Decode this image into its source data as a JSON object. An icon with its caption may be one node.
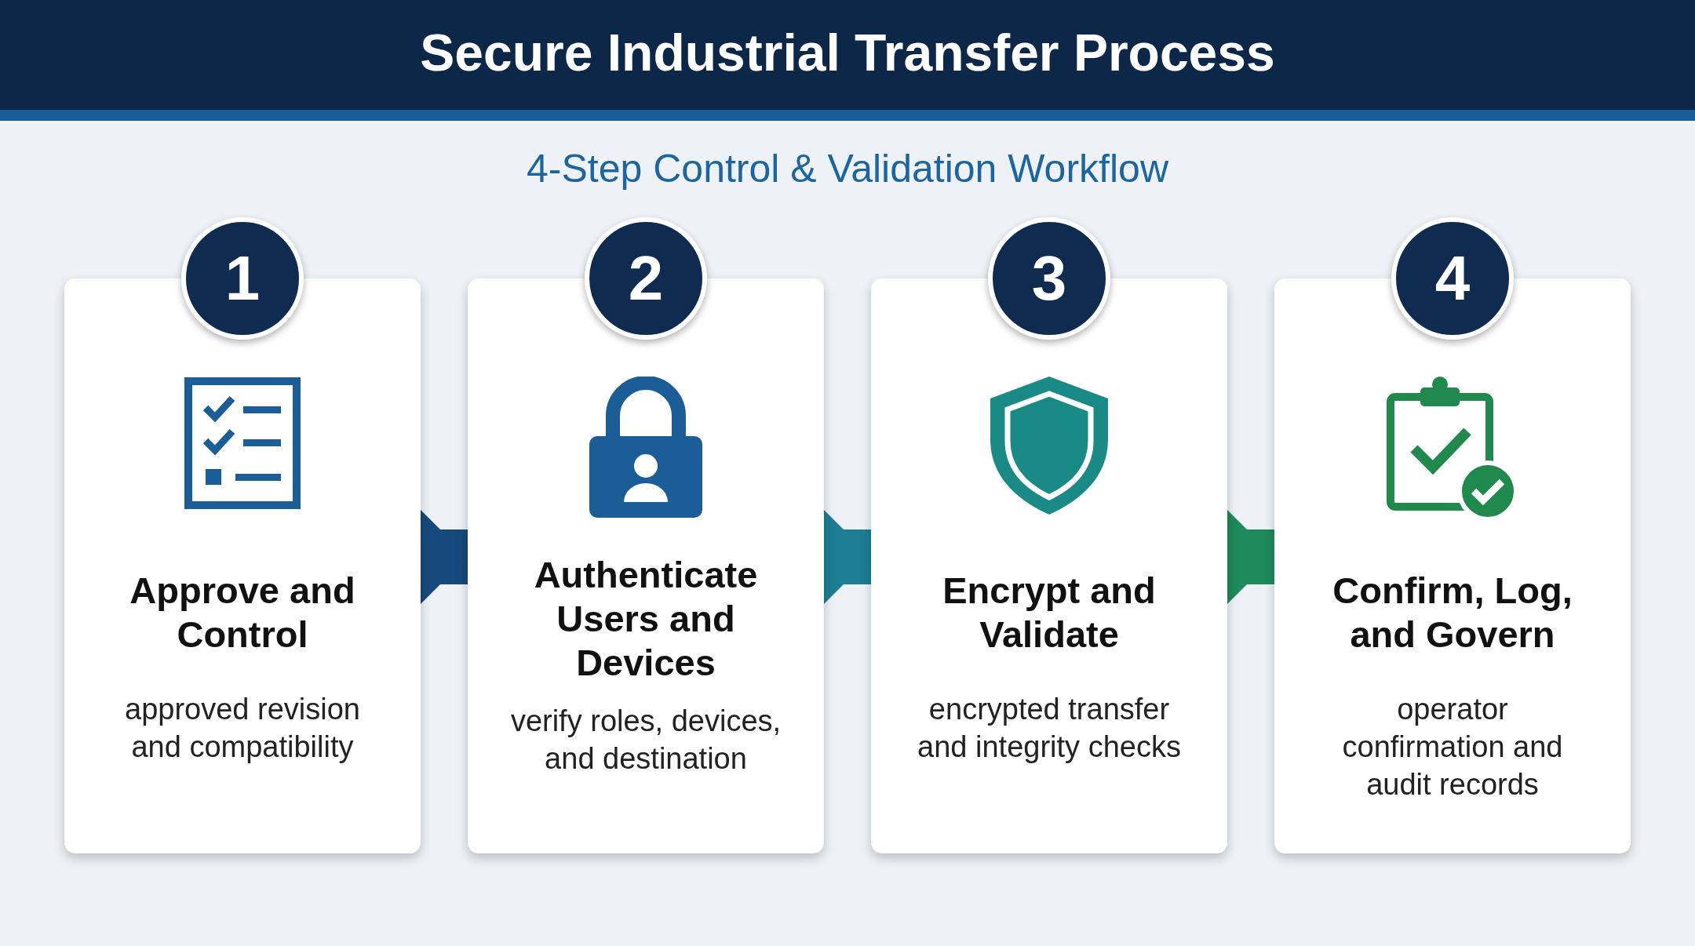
{
  "diagram": {
    "title": "Secure Industrial Transfer Process",
    "nodes": [
      {
        "text": [
          "1",
          "Approve and Control",
          "approved revision and compatibility"
        ]
      },
      {
        "text": [
          "2",
          "Authenticate Users and Devices",
          "verify roles, devices, and destination"
        ]
      },
      {
        "text": [
          "3",
          "Encrypt and Validate",
          "encrypted transfer and integrity checks"
        ]
      },
      {
        "text": [
          "4",
          "Confirm, Log, and Govern",
          "operator confirmation and audit records"
        ]
      }
    ],
    "edges": [
      {
        "from": 0,
        "to": 1,
        "arrow": "to",
        "color": "#174a7c"
      },
      {
        "from": 1,
        "to": 2,
        "arrow": "to",
        "color": "#1d7e93"
      },
      {
        "from": 2,
        "to": 3,
        "arrow": "to",
        "color": "#1f8a5c"
      }
    ],
    "labels": [
      "4-Step Control & Validation Workflow"
    ]
  }
}
